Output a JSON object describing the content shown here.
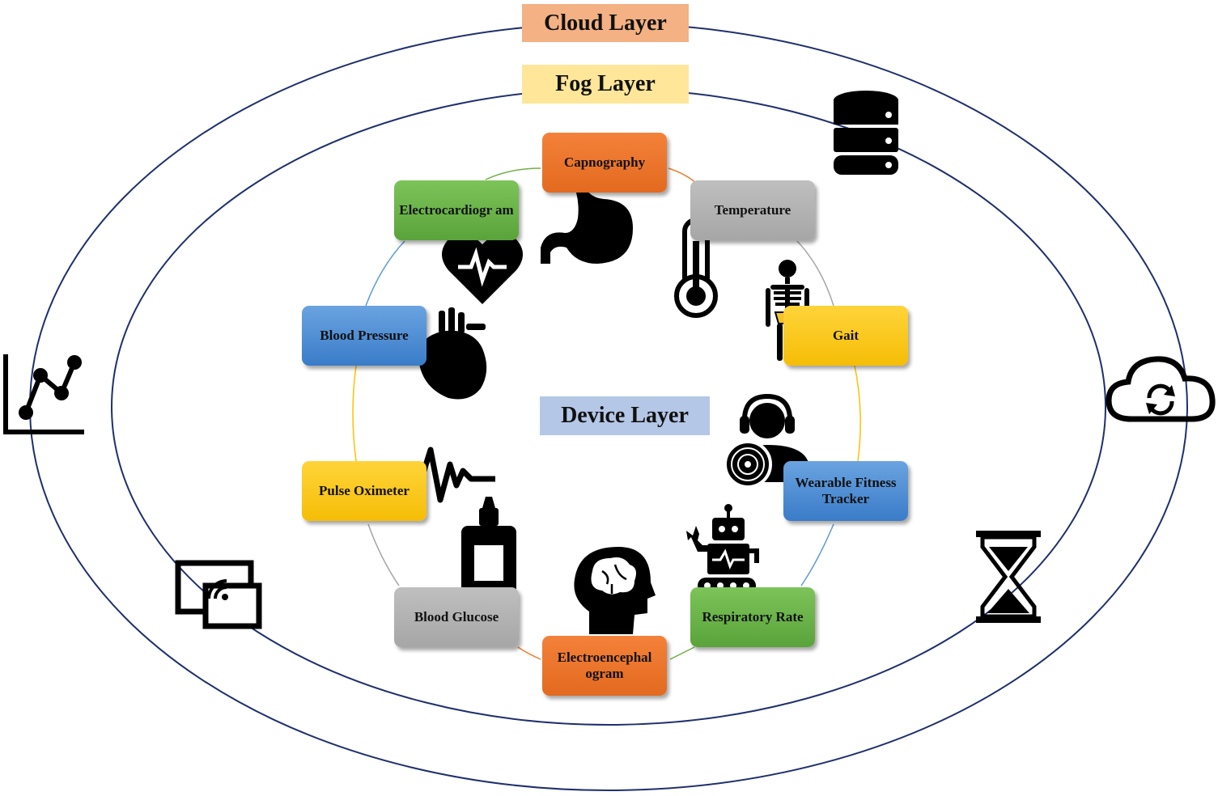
{
  "layers": {
    "cloud": "Cloud Layer",
    "fog": "Fog Layer",
    "device": "Device Layer"
  },
  "devices": [
    {
      "id": "capnography",
      "label": "Capnography",
      "color": "orange"
    },
    {
      "id": "temperature",
      "label": "Temperature",
      "color": "grey"
    },
    {
      "id": "gait",
      "label": "Gait",
      "color": "yellow"
    },
    {
      "id": "wearable",
      "label": "Wearable Fitness Tracker",
      "color": "blue"
    },
    {
      "id": "respiratory",
      "label": "Respiratory Rate",
      "color": "green"
    },
    {
      "id": "eeg",
      "label": "Electroencephal ogram",
      "color": "orange"
    },
    {
      "id": "glucose",
      "label": "Blood Glucose",
      "color": "grey"
    },
    {
      "id": "pulse",
      "label": "Pulse Oximeter",
      "color": "yellow"
    },
    {
      "id": "bp",
      "label": "Blood Pressure",
      "color": "blue"
    },
    {
      "id": "ecg",
      "label": "Electrocardiogr am",
      "color": "green"
    }
  ],
  "icons": {
    "device": [
      "stomach-icon",
      "thermometer-icon",
      "skeleton-icon",
      "heart-rate-icon",
      "anatomical-heart-icon",
      "ecg-wave-icon",
      "glue-bottle-icon",
      "brain-head-icon",
      "robot-icon",
      "headset-user-icon"
    ],
    "outer": [
      "database-icon",
      "cloud-sync-icon",
      "hourglass-icon",
      "wireless-display-icon",
      "line-chart-icon"
    ]
  },
  "colors": {
    "ellipse_stroke": "#1f2f6e",
    "orange": "#e8732a",
    "grey": "#aeaeae",
    "yellow": "#f9c417",
    "blue": "#4a88d0",
    "green": "#6cb24a"
  }
}
